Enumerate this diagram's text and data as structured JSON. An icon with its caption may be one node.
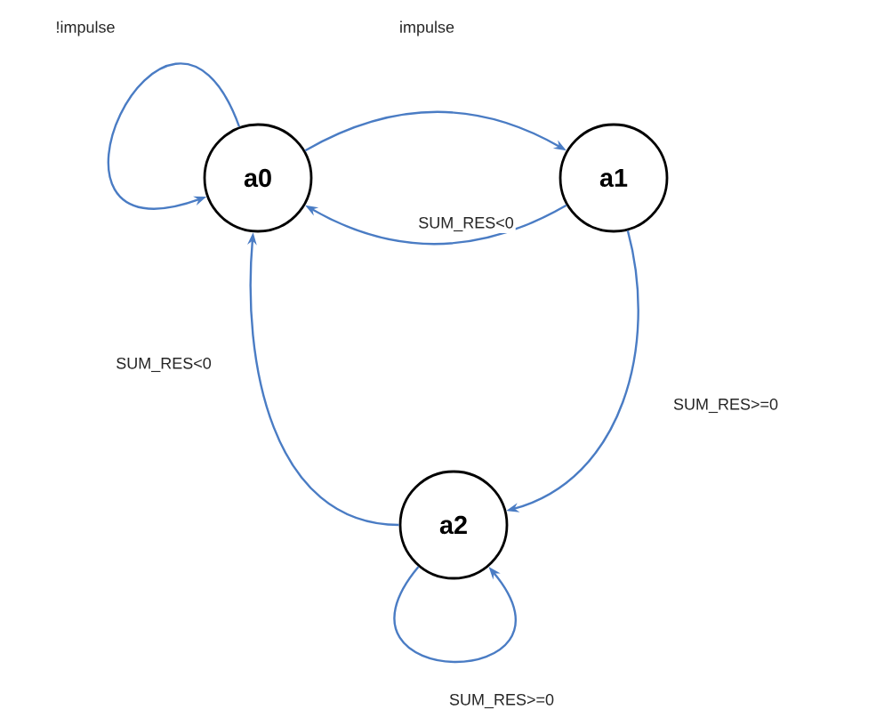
{
  "diagram": {
    "nodes": [
      {
        "text": [
          "a0"
        ]
      },
      {
        "text": [
          "a1"
        ]
      },
      {
        "text": [
          "a2"
        ]
      }
    ],
    "edges": [
      {
        "from": 0,
        "to": 0,
        "arrow": "to",
        "label": "!impulse"
      },
      {
        "from": 0,
        "to": 1,
        "arrow": "to",
        "label": "impulse"
      },
      {
        "from": 1,
        "to": 0,
        "arrow": "to",
        "label": "SUM_RES<0"
      },
      {
        "from": 1,
        "to": 2,
        "arrow": "to",
        "label": "SUM_RES>=0"
      },
      {
        "from": 2,
        "to": 0,
        "arrow": "to",
        "label": "SUM_RES<0"
      },
      {
        "from": 2,
        "to": 2,
        "arrow": "to",
        "label": "SUM_RES>=0"
      }
    ]
  }
}
